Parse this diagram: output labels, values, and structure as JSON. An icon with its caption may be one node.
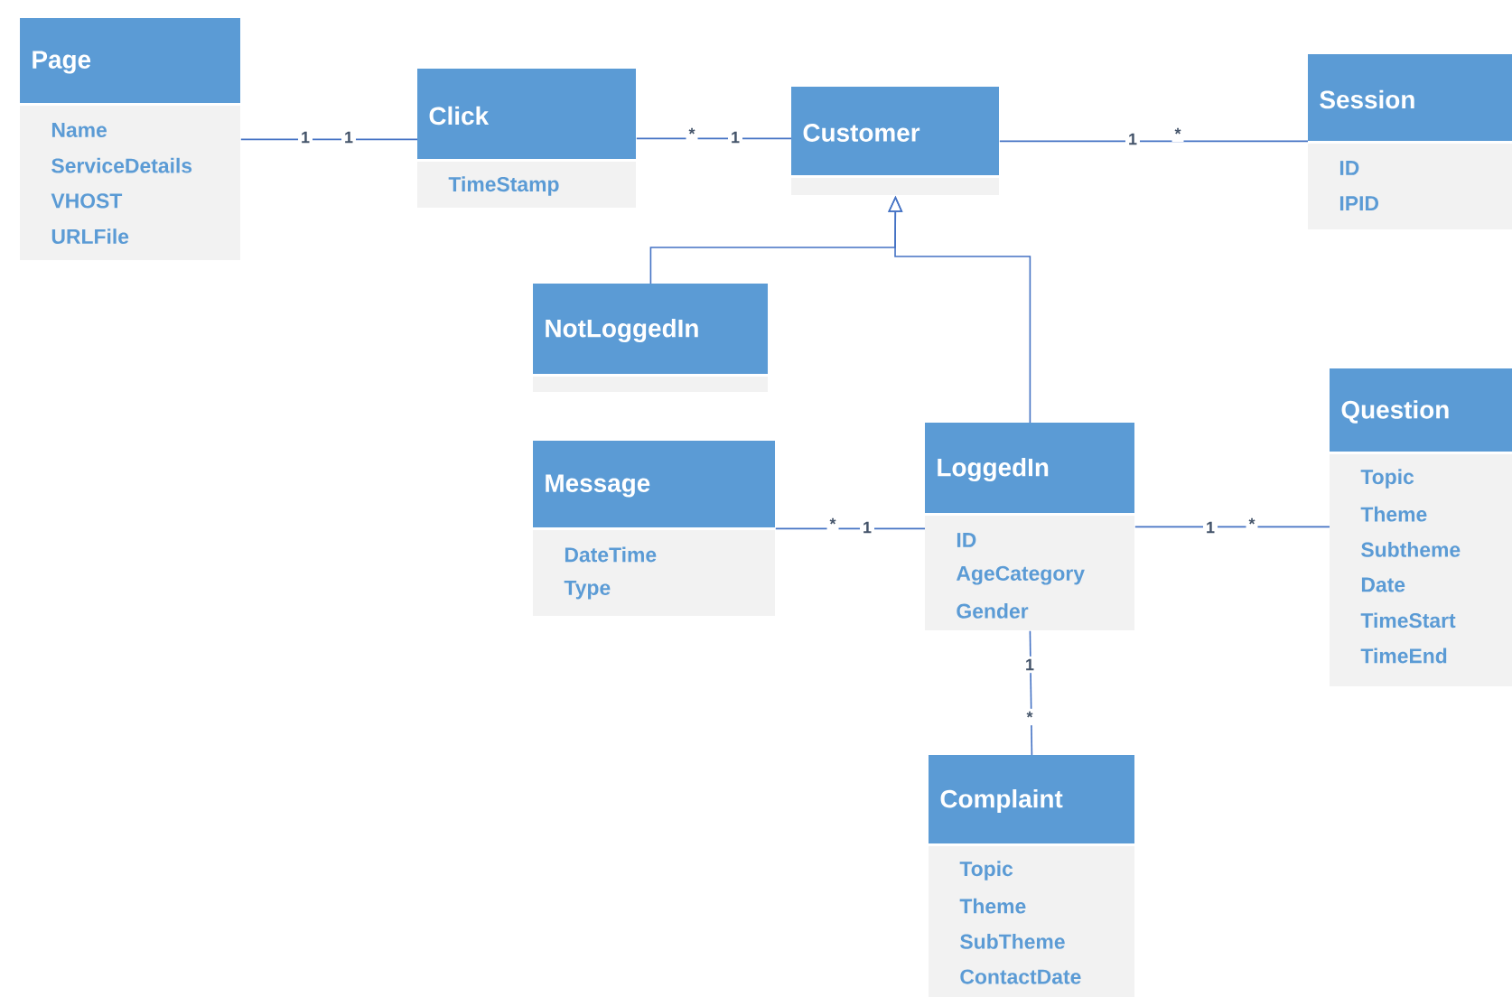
{
  "diagram": {
    "nodes": [
      {
        "text": [
          "Page",
          "Name",
          "ServiceDetails",
          "VHOST",
          "URLFile"
        ]
      },
      {
        "text": [
          "Click",
          "TimeStamp"
        ]
      },
      {
        "text": [
          "Customer"
        ]
      },
      {
        "text": [
          "Session",
          "ID",
          "IPID"
        ]
      },
      {
        "text": [
          "NotLoggedIn"
        ]
      },
      {
        "text": [
          "Question",
          "Topic",
          "Theme",
          "Subtheme",
          "Date",
          "TimeStart",
          "TimeEnd"
        ]
      },
      {
        "text": [
          "LoggedIn",
          "ID",
          "AgeCategory",
          "Gender"
        ]
      },
      {
        "text": [
          "Message",
          "DateTime",
          "Type"
        ]
      },
      {
        "text": [
          "Complaint",
          "Topic",
          "Theme",
          "SubTheme",
          "ContactDate"
        ]
      }
    ],
    "edges": [
      {
        "from": 0,
        "to": 1,
        "arrow": "none"
      },
      {
        "from": 1,
        "to": 2,
        "arrow": "none"
      },
      {
        "from": 2,
        "to": 3,
        "arrow": "none"
      },
      {
        "from": 4,
        "to": 2,
        "arrow": "to"
      },
      {
        "from": 6,
        "to": 2,
        "arrow": "to"
      },
      {
        "from": 7,
        "to": 6,
        "arrow": "none"
      },
      {
        "from": 6,
        "to": 5,
        "arrow": "none"
      },
      {
        "from": 6,
        "to": 8,
        "arrow": "none"
      }
    ],
    "labels": [
      "1",
      "1",
      "*",
      "1",
      "1",
      "*",
      "*",
      "1",
      "1",
      "*",
      "1",
      "*"
    ]
  }
}
